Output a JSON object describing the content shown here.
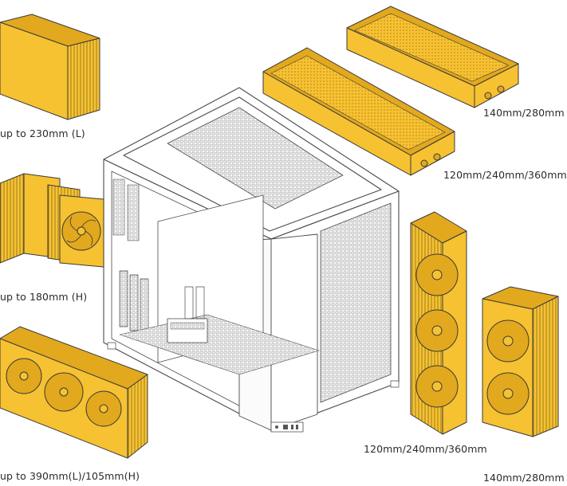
{
  "colors": {
    "component_fill": "#F6C232",
    "component_shade": "#E2A81E",
    "outline": "#3a3a3a",
    "case_fill": "#ffffff",
    "case_line": "#4a4a4a"
  },
  "labels": {
    "psu": "up to 230mm (L)",
    "cpu_cooler": "up to 180mm (H)",
    "gpu": "up to 390mm(L)/105mm(H)",
    "top_rad_back": "140mm/280mm",
    "top_rad_front": "120mm/240mm/360mm",
    "side_rad_360": "120mm/240mm/360mm",
    "side_rad_280": "140mm/280mm"
  }
}
